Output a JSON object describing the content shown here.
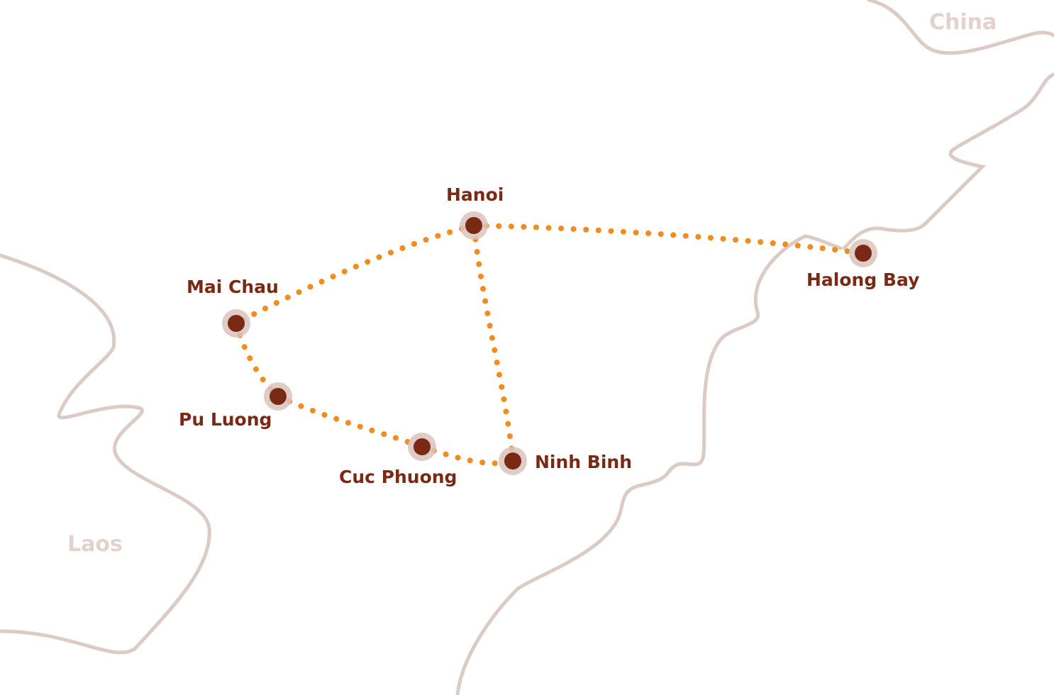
{
  "countries": [
    "China",
    "Laos"
  ],
  "places": [
    {
      "name": "Hanoi"
    },
    {
      "name": "Mai Chau"
    },
    {
      "name": "Pu Luong"
    },
    {
      "name": "Cuc Phuong"
    },
    {
      "name": "Ninh Binh"
    },
    {
      "name": "Halong Bay"
    }
  ],
  "route": [
    "Halong Bay",
    "Hanoi",
    "Mai Chau",
    "Pu Luong",
    "Cuc Phuong",
    "Ninh Binh",
    "Hanoi"
  ],
  "colors": {
    "marker": "#7a2a14",
    "halo": "#d9c3bd",
    "route": "#f28c1e",
    "border": "#dccbc5"
  }
}
